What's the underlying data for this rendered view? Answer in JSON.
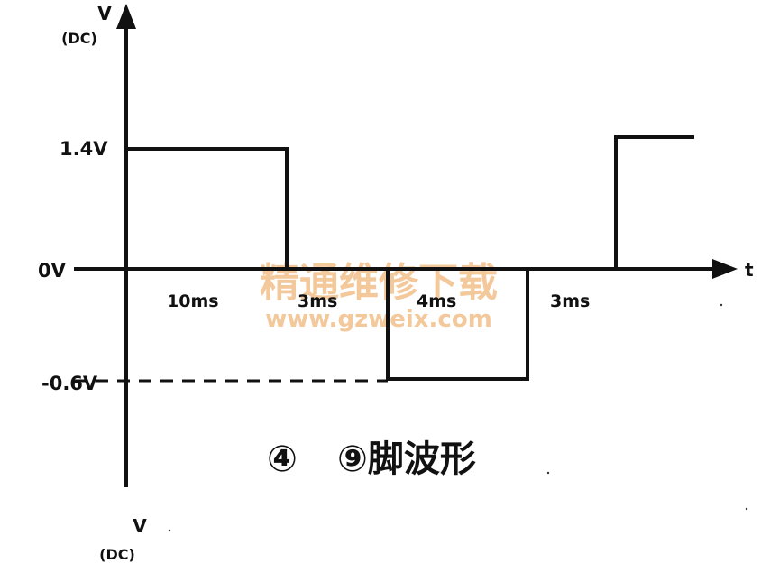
{
  "axis": {
    "y_top_unit": "V",
    "y_top_unit_sub": "(DC)",
    "x_unit": "t",
    "y_bottom_unit": "V",
    "y_bottom_unit_sub": "(DC)"
  },
  "levels": {
    "high": "1.4V",
    "zero": "0V",
    "low": "-0.6V"
  },
  "durations": {
    "d1": "10ms",
    "d2": "3ms",
    "d3": "4ms",
    "d4": "3ms"
  },
  "caption": {
    "first": "④",
    "second": "⑨脚波形"
  },
  "watermark": {
    "cn": "精通维修下载",
    "url": "www.gzweix.com",
    "color": "#f3c89a"
  },
  "colors": {
    "line": "#111111"
  }
}
